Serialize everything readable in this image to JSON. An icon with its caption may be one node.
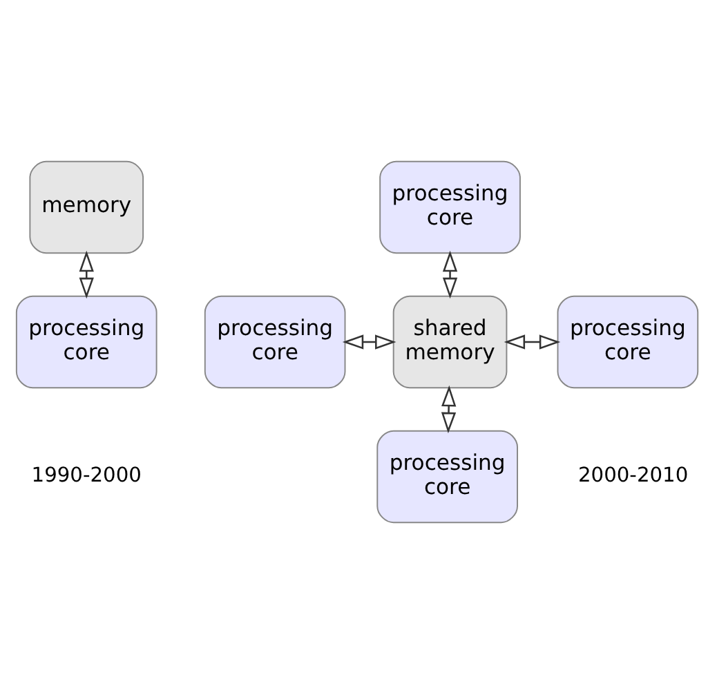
{
  "diagram": {
    "nodes": [
      {
        "text": [
          "memory"
        ]
      },
      {
        "text": [
          "processing core"
        ]
      },
      {
        "text": [
          "processing core"
        ]
      },
      {
        "text": [
          "processing core"
        ]
      },
      {
        "text": [
          "shared memory"
        ]
      },
      {
        "text": [
          "processing core"
        ]
      },
      {
        "text": [
          "processing core"
        ]
      }
    ],
    "edges": [
      {
        "from": 0,
        "to": 1,
        "arrow": "both"
      },
      {
        "from": 2,
        "to": 4,
        "arrow": "both"
      },
      {
        "from": 3,
        "to": 4,
        "arrow": "both"
      },
      {
        "from": 4,
        "to": 5,
        "arrow": "both"
      },
      {
        "from": 4,
        "to": 6,
        "arrow": "both"
      }
    ],
    "labels": [
      "1990-2000",
      "2000-2010"
    ]
  }
}
